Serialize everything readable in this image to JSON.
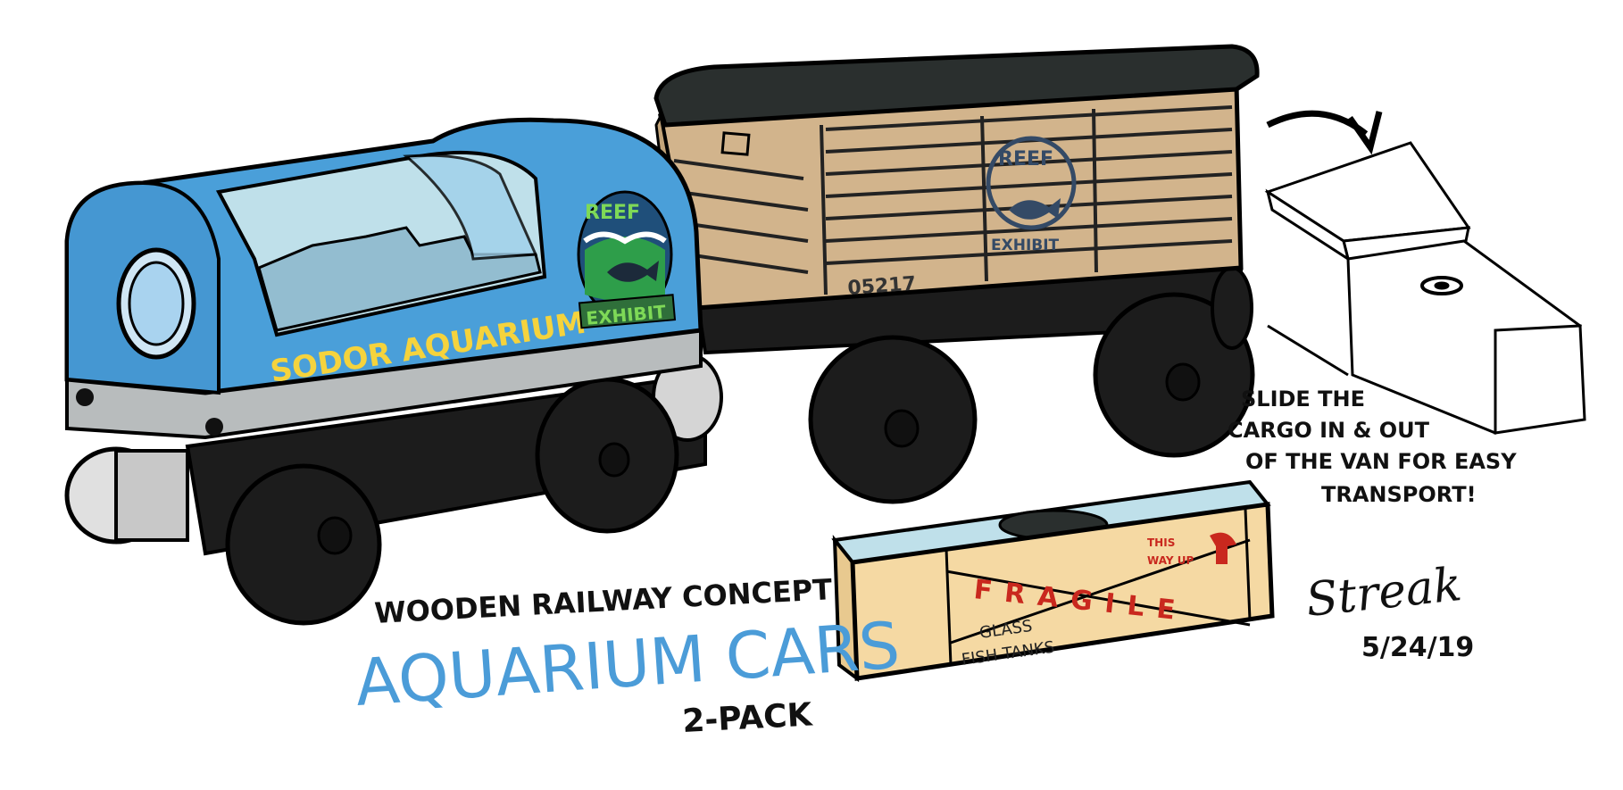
{
  "colors": {
    "blue_car": "#4a9fd9",
    "dark_blue": "#2f6fa3",
    "wood_van": "#d2b48c",
    "van_roof": "#2a2f2e",
    "chassis": "#1c1c1c",
    "buffer": "#d5d5d5",
    "yellow_text": "#f5d33d",
    "title_blue": "#4b9cd8",
    "crate": "#f5d9a3",
    "crate_glass": "#bfe0ea",
    "fragile_red": "#c9281e",
    "ink": "#111111"
  },
  "aquarium_car": {
    "side_text": "SODOR AQUARIUM",
    "logo_top": "REEF",
    "logo_bottom": "EXHIBIT"
  },
  "box_van": {
    "logo_top": "REEF",
    "logo_bottom": "EXHIBIT",
    "number": "05217"
  },
  "crate": {
    "fragile": "FRAGILE",
    "this_way_up_1": "THIS",
    "this_way_up_2": "WAY UP",
    "contents_1": "GLASS",
    "contents_2": "FISH TANKS"
  },
  "caption": {
    "line1": "WOODEN RAILWAY CONCEPT",
    "title": "AQUARIUM CARS",
    "subtitle": "2-PACK"
  },
  "note": {
    "line1": "SLIDE THE",
    "line2": "CARGO IN & OUT",
    "line3": "OF THE VAN FOR EASY",
    "line4": "TRANSPORT!"
  },
  "signature": {
    "name": "Streak",
    "date": "5/24/19"
  },
  "icons": [
    "arrow-curve-icon",
    "fish-icon"
  ]
}
